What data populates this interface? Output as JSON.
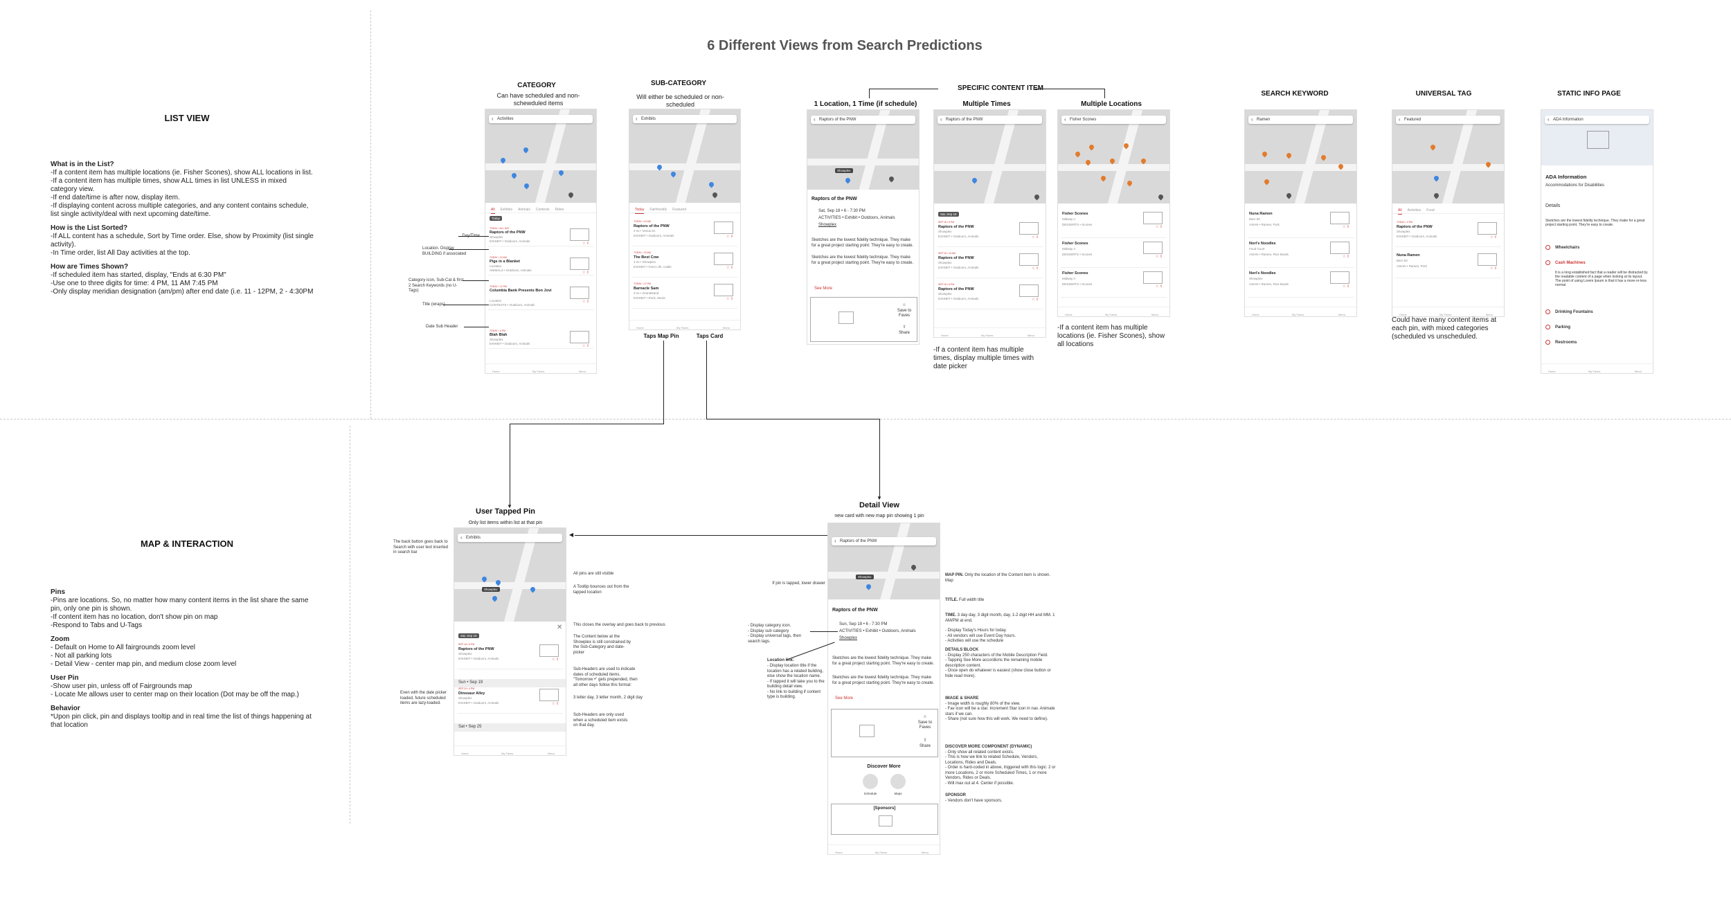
{
  "title": "6 Different Views from Search Predictions",
  "list_view": {
    "heading": "LIST VIEW",
    "what_h": "What is in the List?",
    "what_body": "-If a content item has multiple locations (ie. Fisher Scones), show ALL locations in list.\n-If a content item has multiple times, show ALL times in list UNLESS in mixed category view.\n-If end date/time is after now, display item.\n-If displaying content across multiple categories, and any content contains schedule, list single activity/deal with next upcoming date/time.",
    "sorted_h": "How is the List Sorted?",
    "sorted_body": "-If ALL content has a schedule, Sort by Time order.  Else, show by Proximity (list single activity).\n-In Time order, list All Day activities at the top.",
    "times_h": "How are Times Shown?",
    "times_body": "-If scheduled item has started, display, \"Ends at 6:30 PM\"\n-Use one to three digits for time: 4 PM, 11 AM 7:45 PM\n-Only display meridian designation (am/pm) after end date (i.e. 11 - 12PM, 2 - 4:30PM"
  },
  "map_interaction": {
    "heading": "MAP & INTERACTION",
    "pins_h": "Pins",
    "pins_body": "-Pins are locations.  So, no matter how many content items in the list share the same pin, only one pin is shown.\n-If content item has no location, don't show pin on map\n-Respond to Tabs and U-Tags",
    "zoom_h": "Zoom",
    "zoom_body": "- Default on Home to All fairgrounds zoom level\n- Not all parking lots\n- Detail View - center map pin, and medium close zoom level",
    "userpin_h": "User Pin",
    "userpin_body": "-Show user pin, unless off of Fairgrounds map\n- Locate Me allows user to center map on their location (Dot may be off the map.)",
    "behavior_h": "Behavior",
    "behavior_body": "*Upon pin click, pin and displays tooltip and in real time the list of things happening at that location"
  },
  "category": {
    "label": "CATEGORY",
    "sub": "Can have scheduled and non-schewduled items",
    "search": "Activities",
    "tabs": [
      "All",
      "Exhibits",
      "Animals",
      "Contests",
      "Rides"
    ],
    "today": "Today",
    "rows": [
      {
        "tag": "TODAY • ALL DAY",
        "title": "Raptors of the PNW",
        "sub": "Showplex",
        "cat": "EXHIBIT • Outdoors, Animals"
      },
      {
        "tag": "TODAY • 10 AM",
        "title": "Pigs in a Blanket",
        "sub": "Location",
        "cat": "ANIMALS • Outdoors, Animals"
      },
      {
        "tag": "TODAY • 12 PM",
        "title": "Columbia Bank Presents Bon Jovi",
        "sub": "Location",
        "cat": "CONTESTS • Outdoors, Animals"
      },
      {
        "tag": "TODAY • 4 PM",
        "title": "Blah Blah",
        "sub": "Showplex",
        "cat": "EXHIBIT • Outdoors, Animals"
      }
    ],
    "annotations": [
      "Day/Time",
      "Location. Display BUILDING if associated",
      "Category icon, Sub-Cat & first 2 Search Keywords (no U-Tags)",
      "Title (wraps)",
      "Date Sub Header"
    ]
  },
  "subcategory": {
    "label": "SUB-CATEGORY",
    "sub": "Will either be scheduled or non-scheduled",
    "search": "Exhibits",
    "tabs": [
      "Today",
      "Fairfriendly",
      "Featured"
    ],
    "rows": [
      {
        "tag": "TODAY • 10 AM",
        "title": "Raptors of the PNW",
        "sub": "3 mi • Venus Dr.",
        "cat": "EXHIBIT • Outdoors, Animals"
      },
      {
        "tag": "TODAY • 10 AM",
        "title": "The Best Cow",
        "sub": "3 mi • Showplex",
        "cat": "EXHIBIT • Farm Life, Cattle"
      },
      {
        "tag": "TODAY • 12 PM",
        "title": "Barnacle Sam",
        "sub": "3 mi • Grandstand",
        "cat": "EXHIBIT • Rock, Music"
      }
    ],
    "tap_pin": "Taps Map Pin",
    "tap_card": "Taps Card"
  },
  "specific": {
    "label": "SPECIFIC CONTENT ITEM",
    "one": {
      "label": "1 Location, 1 Time (if schedule)",
      "search": "Raptors of the PNW",
      "tooltip": "Showplex",
      "title": "Raptors of the PNW",
      "date": "Sat, Sep 18 • 6 - 7:30 PM",
      "cat": "ACTIVITIES • Exhibit • Outdoors, Animals",
      "loc": "Showplex",
      "body": "Sketches are the lowest fidelity technique. They make for a great project starting point. They're easy to create.",
      "body2": "Sketches are the lowest fidelity technique. They make for a great project starting point. They're easy to create.",
      "more": "See More",
      "save": "Save to Faves",
      "share": "Share"
    },
    "multi_times": {
      "label": "Multiple Times",
      "search": "Raptors of the PNW",
      "date": "Sat, Sep 18",
      "rows": [
        {
          "tag": "SEP 18 • 6 PM",
          "title": "Raptors of the PNW",
          "sub": "Showplex",
          "cat": "EXHIBIT • Outdoors, Animals"
        },
        {
          "tag": "SEP 18 • 10 AM",
          "title": "Raptors of the PNW",
          "sub": "Showplex",
          "cat": "EXHIBIT • Outdoors, Animals"
        },
        {
          "tag": "SEP 18 • 6 PM",
          "title": "Raptors of the PNW",
          "sub": "Showplex",
          "cat": "EXHIBIT • Outdoors, Animals"
        }
      ],
      "note": "-If a content item has multiple times, display multiple times with date picker"
    },
    "multi_loc": {
      "label": "Multiple Locations",
      "search": "Fisher Scones",
      "rows": [
        {
          "title": "Fisher Scones",
          "sub": "Midway A",
          "cat": "DESSERTS • Scones"
        },
        {
          "title": "Fisher Scones",
          "sub": "Midway A",
          "cat": "DESSERTS • Scones"
        },
        {
          "title": "Fisher Scones",
          "sub": "Midway A",
          "cat": "DESSERTS • Scones"
        }
      ],
      "note": "-If a content item has multiple locations (ie. Fisher Scones), show all locations"
    }
  },
  "search_keyword": {
    "label": "SEARCH KEYWORD",
    "search": "Ramen",
    "rows": [
      {
        "title": "Nuna Ramen",
        "sub": "Barn 50",
        "cat": "ASIAN • Ramen, Pork"
      },
      {
        "title": "Nori's Noodles",
        "sub": "Food Court",
        "cat": "ASIAN • Ramen, Rice Bowls"
      },
      {
        "title": "Nori's Noodles",
        "sub": "Showplex",
        "cat": "ASIAN • Ramen, Rice Bowls"
      }
    ]
  },
  "universal_tag": {
    "label": "UNIVERSAL TAG",
    "search": "Featured",
    "tabs": [
      "All",
      "Activities",
      "Food"
    ],
    "rows": [
      {
        "tag": "TODAY • 4 PM",
        "title": "Raptors of the PNW",
        "sub": "Showplex",
        "cat": "EXHIBIT • Outdoors, Animals"
      },
      {
        "title": "Nuna Ramen",
        "sub": "Barn 50",
        "cat": "ASIAN • Ramen, Pork"
      }
    ],
    "note": "Could have many content items at each pin, with mixed categories (scheduled vs unscheduled."
  },
  "static_info": {
    "label": "STATIC INFO PAGE",
    "search": "ADA Information",
    "title": "ADA Information",
    "subtitle": "Accommodations for Disabilities",
    "details": "Details",
    "intro": "Sketches are the lowest fidelity technique. They make for a great project starting point. They're easy to create.",
    "items": [
      "Wheelchairs",
      "Cash Machines",
      "Drinking Fountains",
      "Parking",
      "Restrooms"
    ],
    "cash_body": "It is a long established fact that a reader will be distracted by the readable content of a page when looking at its layout. The point of using Lorem Ipsum is that it has a more-or-less normal"
  },
  "user_tapped_pin": {
    "label": "User Tapped Pin",
    "sub": "Only list items within list at that pin",
    "search": "Exhibits",
    "tooltip": "Showplex",
    "date": "Sat, Sep 18",
    "rows": [
      {
        "tag": "SEP 18 • 6 PM",
        "title": "Raptors of the PNW",
        "sub": "Showplex",
        "cat": "EXHIBIT • Outdoors, Animals"
      },
      {
        "tag": "SEP 19 • 4 PM",
        "title": "Dinosaur Alley",
        "sub": "Showplex",
        "cat": "EXHIBIT • Outdoors, Animals"
      }
    ],
    "headers": [
      "Sun • Sep 19",
      "Sat • Sep 25"
    ],
    "left_note1": "The back button goes back to Search with user text inserted in search bar",
    "left_note2": "Even with the date picker loaded, future scheduled items are lazy-loaded.",
    "right_notes": [
      "All pins are still visible",
      "A Tooltip bounces out from the tapped location",
      "This closes the overlay and goes back to previous",
      "The Content below at the Showplex is still constrained by the Sub-Category and date-picker",
      "Sub-Headers are used to indicate dates of scheduled items. \"Tomorrow •\" gets prepended, then all other days follow this format:",
      "3 letter day, 3 letter month, 2 digit day",
      "Sub-Headers are only used when a scheduled item exists on that day."
    ]
  },
  "detail_view": {
    "label": "Detail View",
    "sub": "new card with new map pin showing 1 pin",
    "search": "Raptors of the PNW",
    "tooltip": "Showplex",
    "title": "Raptors of the PNW",
    "date": "Sun, Sep 18 • 6 - 7:30 PM",
    "cat": "ACTIVITIES • Exhibit • Outdoors, Animals",
    "loc": "Showplex",
    "body": "Sketches are the lowest fidelity technique. They make for a great project starting point. They're easy to create.",
    "body2": "Sketches are the lowest fidelity technique. They make for a great project starting point. They're easy to create.",
    "more": "See More",
    "save": "Save to Faves",
    "share": "Share",
    "discover": "Discover More",
    "disc_items": [
      "Schedule",
      "Maps"
    ],
    "sponsors": "[Sponsors]",
    "left_note_pin": "If pin is tapped, lower drawer",
    "left_note_cat": "- Display category icon.\n- Display sub category\n- Display universal tags, then search tags.",
    "left_note_loc_h": "Location link:",
    "left_note_loc": "- Display location title if the location has a related building, else show the location name.\n  - If tapped it will take you to the building detail view.\n  - No link to building if content type is building.",
    "right_notes": [
      {
        "h": "MAP PIN.",
        "b": " Only the location of the Content item is shown.  Map"
      },
      {
        "h": "TITLE.",
        "b": " Full width title"
      },
      {
        "h": "TIME.",
        "b": " 3 day day, 3 digit month, day, 1-2 digit HH and MM.  1 AM/PM at end."
      },
      {
        "h": "",
        "b": "- Display Today's Hours for today.\n  - All vendors will use Event Day hours.\n  - Activities will use the schedule"
      },
      {
        "h": "DETAILS BLOCK",
        "b": "\n- Display 250 characters of the Mobile Description Field.\n- Tapping See More accordions the remaining mobile description content.\n  - Once open do whatever is easiest (show close button or hide read more)."
      },
      {
        "h": "IMAGE & SHARE",
        "b": "\n- Image width is roughly 80% of the view.\n- Fav icon will be a star. Increment Star icon in nav. Animate stars if we can.\n- Share (not sure how this will work. We need to define)."
      },
      {
        "h": "DISCOVER MORE COMPONENT (DYNAMIC)",
        "b": "\n- Only show all related content exists.\n- This is how we link to related Schedule, Vendors, Locations, Rides and Deals.\n- Order is hard-coded in above, triggered with this logic: 2 or more Locations, 2 or more Scheduled Times, 1 or more Vendors, Rides or Deals.\n- Will max out at 4.  Center if possible."
      },
      {
        "h": "SPONSOR",
        "b": "\n- Vendors don't have sponsors."
      }
    ]
  },
  "nav": [
    "Home",
    "My Faves",
    "Menu"
  ]
}
